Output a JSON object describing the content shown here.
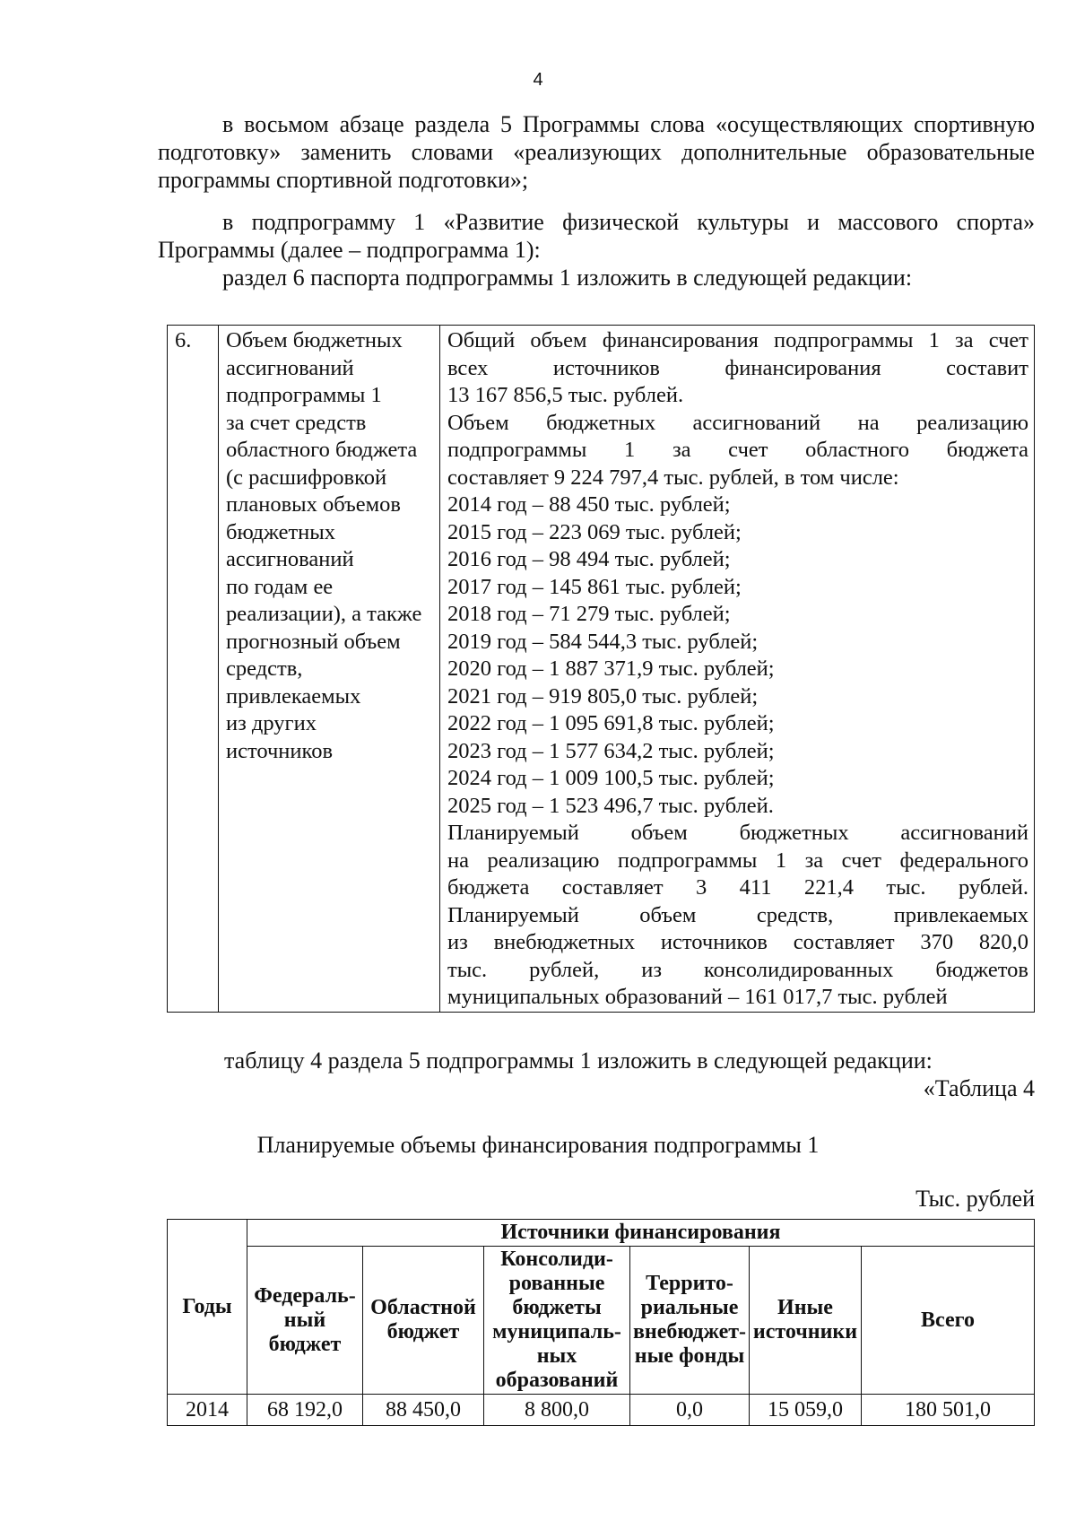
{
  "page_number": "4",
  "paragraphs": {
    "p1": "в восьмом абзаце раздела 5 Программы слова «осуществляющих спортивную подготовку» заменить словами «реализующих дополнительные образовательные программы спортивной подготовки»;",
    "p2": "в подпрограмму 1 «Развитие физической культуры и массового спорта» Программы (далее – подпрограмма 1):",
    "p3": "раздел 6 паспорта подпрограммы 1 изложить в следующей редакции:",
    "p4": "таблицу 4 раздела 5 подпрограммы 1 изложить в следующей редакции:",
    "p5": "«Таблица 4"
  },
  "passport": {
    "number": "6.",
    "name_lines": [
      "Объем бюджетных",
      "ассигнований",
      "подпрограммы 1",
      "за счет средств",
      "областного бюджета",
      "(с расшифровкой",
      "плановых объемов",
      "бюджетных",
      "ассигнований",
      "по годам ее",
      "реализации), а также",
      "прогнозный объем",
      "средств,",
      "привлекаемых",
      "из других",
      "источников"
    ],
    "text_lines": [
      {
        "t": "Общий объем финансирования подпрограммы 1 за счет",
        "j": true
      },
      {
        "t": "всех источников финансирования составит",
        "j": true
      },
      {
        "t": "13 167 856,5 тыс. рублей.",
        "j": false
      },
      {
        "t": "Объем бюджетных ассигнований на реализацию",
        "j": true
      },
      {
        "t": "подпрограммы 1 за счет областного бюджета",
        "j": true
      },
      {
        "t": "составляет 9 224 797,4 тыс. рублей, в том числе:",
        "j": false
      },
      {
        "t": "2014 год – 88 450 тыс. рублей;",
        "j": false
      },
      {
        "t": "2015 год – 223 069 тыс. рублей;",
        "j": false
      },
      {
        "t": "2016 год – 98 494 тыс. рублей;",
        "j": false
      },
      {
        "t": "2017 год – 145 861 тыс. рублей;",
        "j": false
      },
      {
        "t": "2018 год – 71 279 тыс. рублей;",
        "j": false
      },
      {
        "t": "2019 год – 584 544,3 тыс. рублей;",
        "j": false
      },
      {
        "t": "2020 год – 1 887 371,9 тыс. рублей;",
        "j": false
      },
      {
        "t": "2021 год – 919 805,0 тыс. рублей;",
        "j": false
      },
      {
        "t": "2022 год – 1 095 691,8 тыс. рублей;",
        "j": false
      },
      {
        "t": "2023 год – 1 577 634,2 тыс. рублей;",
        "j": false
      },
      {
        "t": "2024 год – 1 009 100,5 тыс. рублей;",
        "j": false
      },
      {
        "t": "2025 год – 1 523 496,7 тыс. рублей.",
        "j": false
      },
      {
        "t": "Планируемый объем бюджетных ассигнований",
        "j": true
      },
      {
        "t": "на реализацию подпрограммы 1 за счет федерального",
        "j": true
      },
      {
        "t": "бюджета составляет 3 411 221,4 тыс. рублей.",
        "j": true
      },
      {
        "t": "Планируемый объем средств, привлекаемых",
        "j": true
      },
      {
        "t": "из внебюджетных источников составляет 370 820,0",
        "j": true
      },
      {
        "t": "тыс. рублей, из консолидированных бюджетов",
        "j": true
      },
      {
        "t": "муниципальных образований – 161 017,7 тыс. рублей",
        "j": false
      }
    ]
  },
  "fin_table": {
    "title": "Планируемые объемы финансирования подпрограммы 1",
    "units": "Тыс. рублей",
    "years_header": "Годы",
    "sources_header": "Источники финансирования",
    "columns": [
      "Федераль-<br>ный<br>бюджет",
      "Областной<br>бюджет",
      "Консолиди-<br>рованные<br>бюджеты<br>муниципаль-<br>ных<br>образований",
      "Террито-<br>риальные<br>внебюджет-<br>ные фонды",
      "Иные<br>источники",
      "Всего"
    ],
    "rows": [
      {
        "year": "2014",
        "values": [
          "68 192,0",
          "88 450,0",
          "8 800,0",
          "0,0",
          "15 059,0",
          "180 501,0"
        ]
      }
    ]
  }
}
